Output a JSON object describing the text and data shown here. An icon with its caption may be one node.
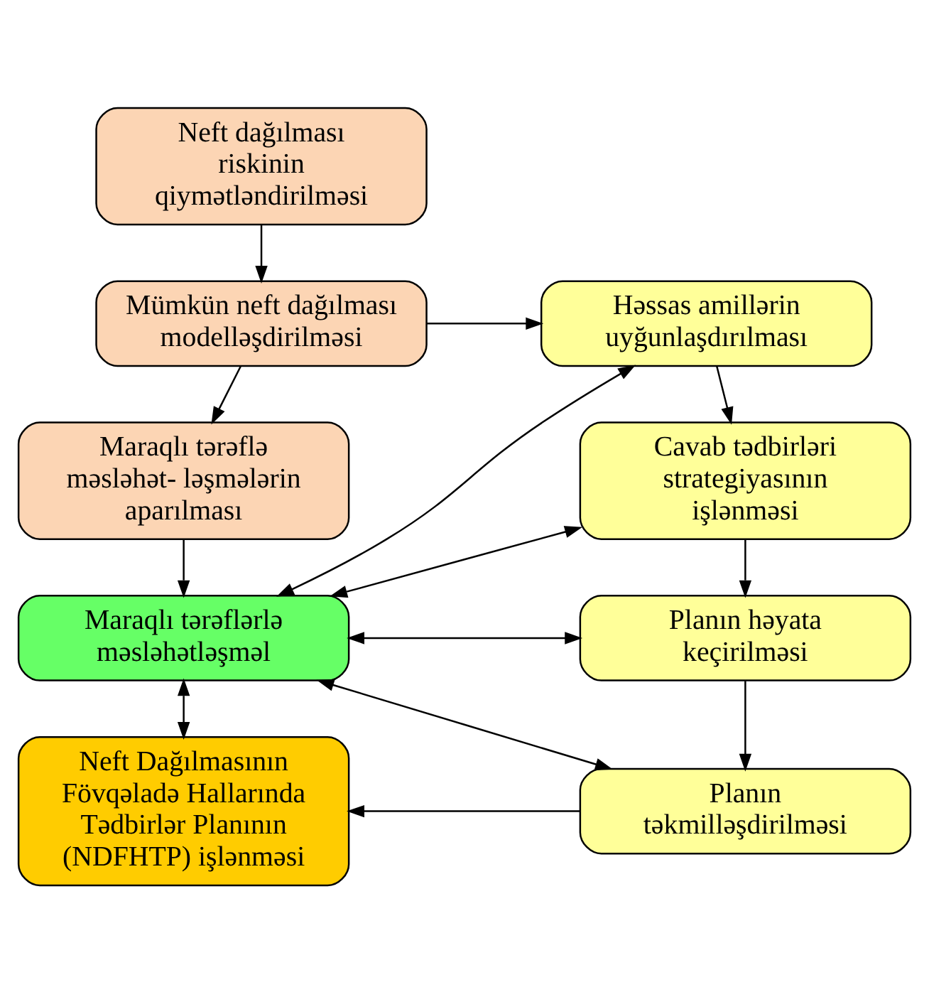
{
  "diagram": {
    "nodes": [
      {
        "text": [
          "Neft dağılması riskinin qiymətləndirilməsi"
        ]
      },
      {
        "text": [
          "Mümkün neft dağılması modelləşdirilməsi"
        ]
      },
      {
        "text": [
          "Maraqlı tərəflə məsləhət- ləşmələrin aparılması"
        ]
      },
      {
        "text": [
          "Maraqlı tərəflərlə məsləhətləşməl"
        ]
      },
      {
        "text": [
          "Neft Dağılmasının Fövqəladə Hallarında Tədbirlər Planının (NDFHTP) işlənməsi"
        ]
      },
      {
        "text": [
          "Həssas amillərin uyğunlaşdırılması"
        ]
      },
      {
        "text": [
          "Cavab tədbirləri strategiyasının işlənməsi"
        ]
      },
      {
        "text": [
          "Planın həyata keçirilməsi"
        ]
      },
      {
        "text": [
          "Planın təkmilləşdirilməsi"
        ]
      }
    ],
    "edges": [
      {
        "from": 0,
        "to": 1,
        "arrow": "to"
      },
      {
        "from": 1,
        "to": 2,
        "arrow": "to"
      },
      {
        "from": 2,
        "to": 3,
        "arrow": "to"
      },
      {
        "from": 3,
        "to": 4,
        "arrow": "both"
      },
      {
        "from": 1,
        "to": 5,
        "arrow": "to"
      },
      {
        "from": 5,
        "to": 6,
        "arrow": "to"
      },
      {
        "from": 6,
        "to": 7,
        "arrow": "to"
      },
      {
        "from": 7,
        "to": 8,
        "arrow": "to"
      },
      {
        "from": 8,
        "to": 4,
        "arrow": "to"
      },
      {
        "from": 3,
        "to": 5,
        "arrow": "both"
      },
      {
        "from": 3,
        "to": 6,
        "arrow": "both"
      },
      {
        "from": 3,
        "to": 7,
        "arrow": "both"
      },
      {
        "from": 3,
        "to": 8,
        "arrow": "both"
      }
    ]
  }
}
